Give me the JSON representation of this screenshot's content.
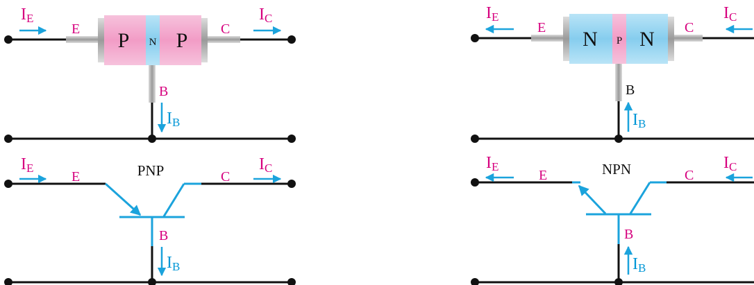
{
  "colors": {
    "wire": "#111111",
    "current": "#1ba3dc",
    "terminal_label": "#d6007e",
    "p_region": "#f3a6cc",
    "n_region": "#8fd3f0",
    "lead": "#b8b8b8"
  },
  "pnp_block": {
    "ie": "I",
    "ie_sub": "E",
    "ic": "I",
    "ic_sub": "C",
    "ib": "I",
    "ib_sub": "B",
    "emitter": "E",
    "collector": "C",
    "base": "B",
    "left_region": "P",
    "mid_region": "N",
    "right_region": "P"
  },
  "npn_block": {
    "ie": "I",
    "ie_sub": "E",
    "ic": "I",
    "ic_sub": "C",
    "ib": "I",
    "ib_sub": "B",
    "emitter": "E",
    "collector": "C",
    "base": "B",
    "left_region": "N",
    "mid_region": "P",
    "right_region": "N"
  },
  "pnp_symbol": {
    "title": "PNP",
    "ie": "I",
    "ie_sub": "E",
    "ic": "I",
    "ic_sub": "C",
    "ib": "I",
    "ib_sub": "B",
    "emitter": "E",
    "collector": "C",
    "base": "B"
  },
  "npn_symbol": {
    "title": "NPN",
    "ie": "I",
    "ie_sub": "E",
    "ic": "I",
    "ic_sub": "C",
    "ib": "I",
    "ib_sub": "B",
    "emitter": "E",
    "collector": "C",
    "base": "B"
  }
}
